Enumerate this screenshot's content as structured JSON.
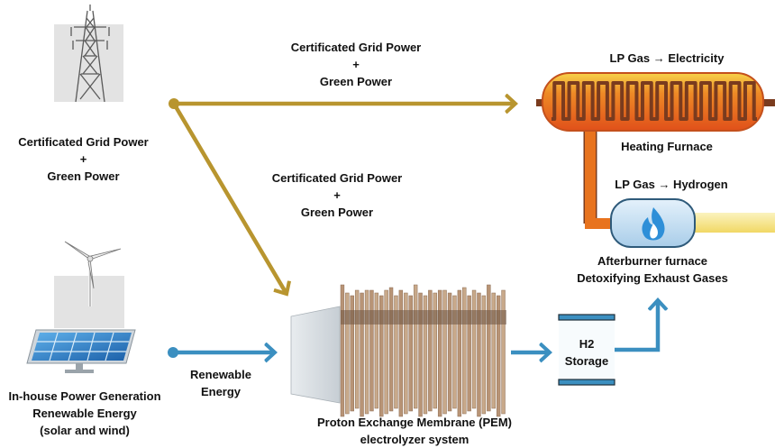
{
  "grid_power_label": {
    "line1": "Certificated Grid Power",
    "line2": "+",
    "line3": "Green Power"
  },
  "top_arrow_label": {
    "line1": "Certificated Grid Power",
    "line2": "+",
    "line3": "Green Power"
  },
  "middle_arrow_label": {
    "line1": "Certificated Grid Power",
    "line2": "+",
    "line3": "Green Power"
  },
  "lp_gas_electricity": "LP Gas → Electricity",
  "heating_furnace": "Heating Furnace",
  "lp_gas_hydrogen": "LP Gas → Hydrogen",
  "afterburner": {
    "line1": "Afterburner furnace",
    "line2": "Detoxifying Exhaust Gases"
  },
  "renewable_energy_arrow": {
    "line1": "Renewable",
    "line2": "Energy"
  },
  "inhouse_generation": {
    "line1": "In-house Power Generation",
    "line2": "Renewable Energy",
    "line3": "(solar and wind)"
  },
  "pem": {
    "line1": "Proton Exchange Membrane (PEM)",
    "line2": "electrolyzer system"
  },
  "h2_storage": {
    "line1": "H2",
    "line2": "Storage"
  },
  "colors": {
    "grid_arrow": "#b8952f",
    "renewable_arrow": "#3b8fc0",
    "furnace_orange": "#e8731e",
    "pipe_yellow": "#f6e58a",
    "coil_brown": "#7a3b1e"
  }
}
